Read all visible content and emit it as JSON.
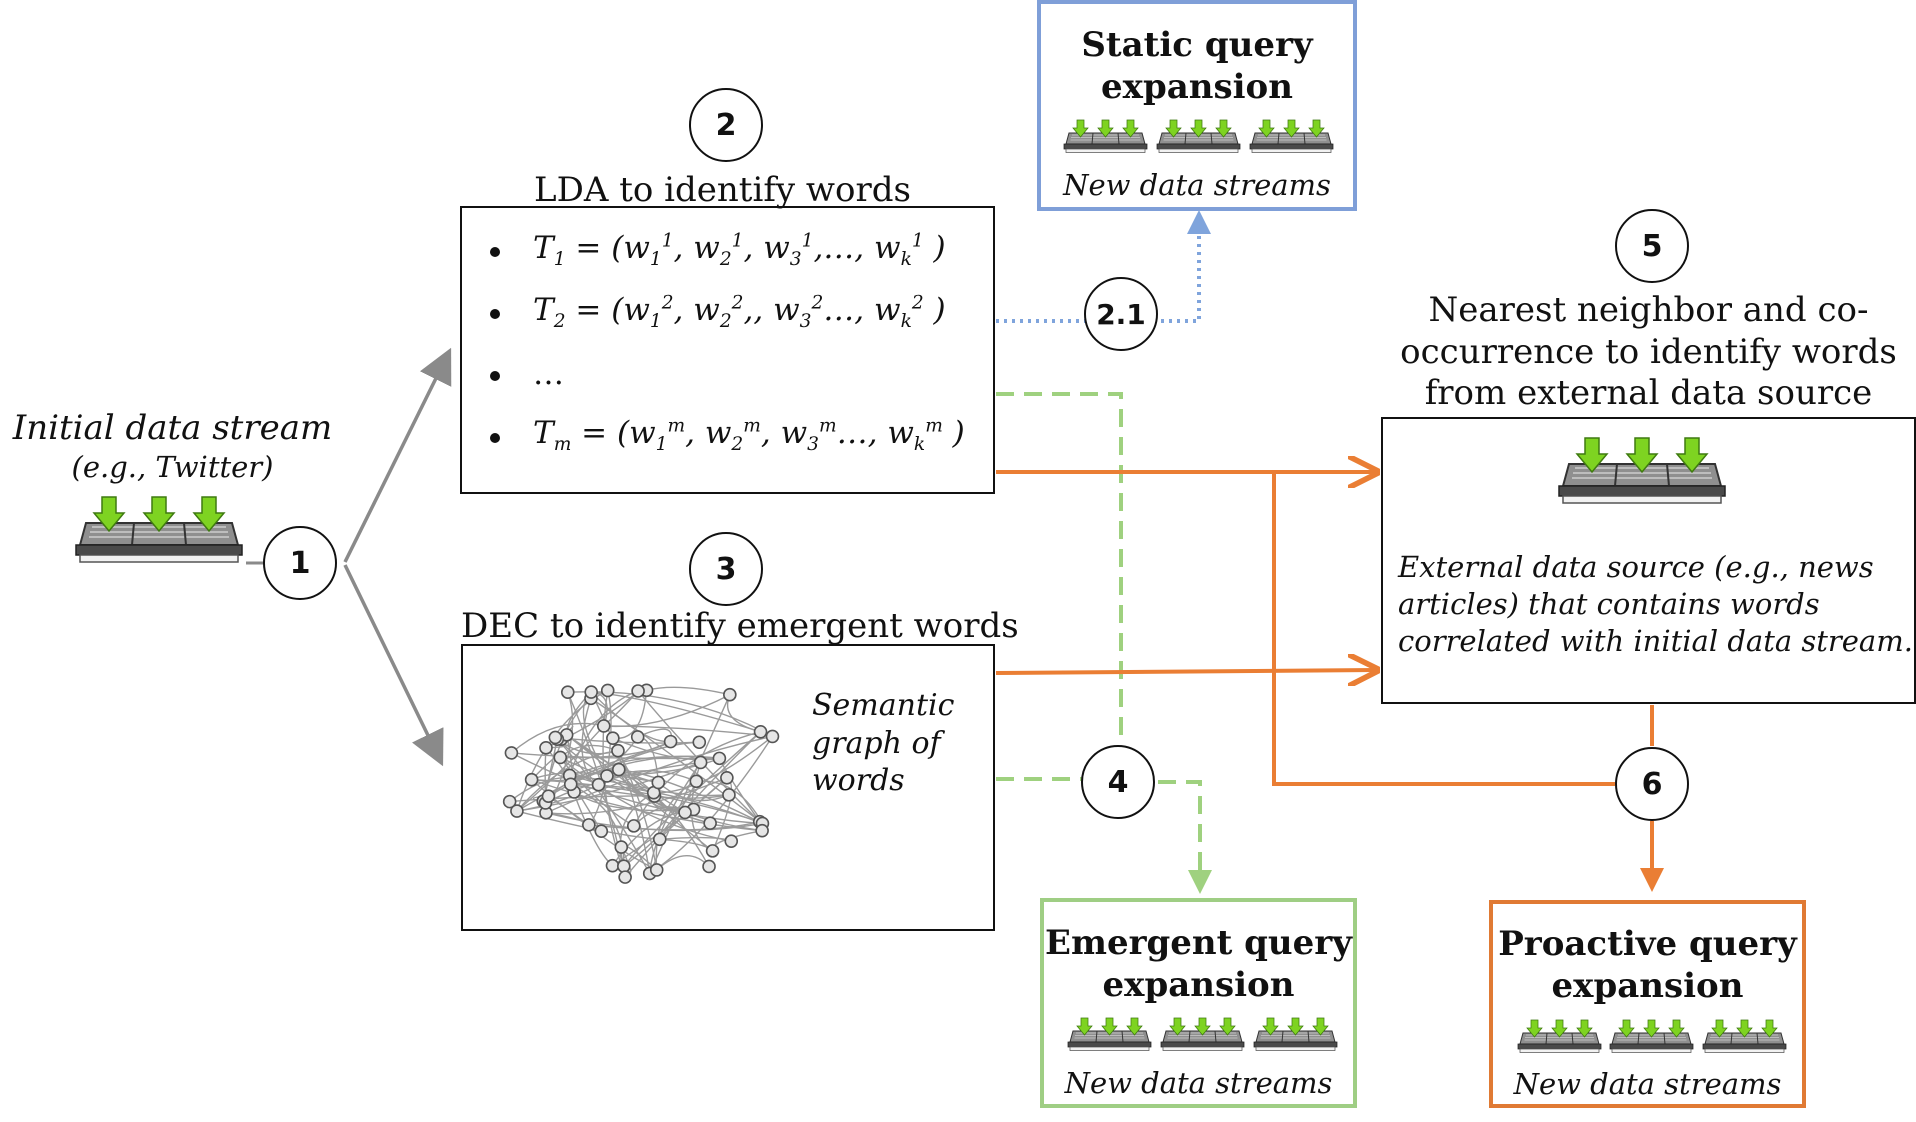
{
  "initial_stream": {
    "title": "Initial data stream",
    "subtitle": "(e.g., Twitter)"
  },
  "steps": {
    "s1": "1",
    "s2": "2",
    "s21": "2.1",
    "s3": "3",
    "s4": "4",
    "s5": "5",
    "s6": "6"
  },
  "lda": {
    "label": "LDA to identify words",
    "topics": [
      {
        "t": "T",
        "ts": "1",
        "w": "w",
        "sup": "1",
        "kw": "w",
        "k": "k"
      },
      {
        "t": "T",
        "ts": "2",
        "w": "w",
        "sup": "2",
        "kw": "w",
        "k": "k"
      },
      {
        "ellipsis": "…"
      },
      {
        "t": "T",
        "ts": "m",
        "w": "w",
        "sup": "m",
        "kw": "w",
        "k": "k"
      }
    ]
  },
  "dec": {
    "label": "DEC to identify emergent words",
    "graph_caption": [
      "Semantic",
      "graph of",
      "words"
    ]
  },
  "nn": {
    "label": [
      "Nearest neighbor and co-",
      "occurrence to identify words",
      "from external data source"
    ],
    "external_caption": [
      "External data source (e.g., news",
      "articles) that contains words",
      "correlated with initial data stream."
    ]
  },
  "outputs": {
    "static": {
      "title": [
        "Static query",
        "expansion"
      ],
      "sub": "New data streams",
      "color": "#7f9fd8"
    },
    "emergent": {
      "title": [
        "Emergent query",
        "expansion"
      ],
      "sub": "New data streams",
      "color": "#9fce84"
    },
    "proactive": {
      "title": [
        "Proactive query",
        "expansion"
      ],
      "sub": "New data streams",
      "color": "#e07a34"
    }
  },
  "colors": {
    "orange": "#ea7e34",
    "green_dash": "#9fd17f",
    "blue_dot": "#7fa4dc",
    "gray": "#8a8a8a",
    "icon_green": "#7ed321"
  }
}
